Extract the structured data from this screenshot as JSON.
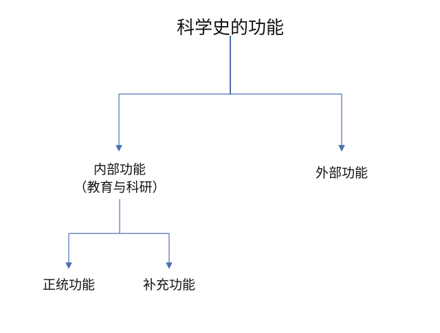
{
  "diagram": {
    "root": "科学史的功能",
    "internal": {
      "line1": "内部功能",
      "line2": "（教育与科研）"
    },
    "external": "外部功能",
    "orthodox": "正统功能",
    "supplementary": "补充功能",
    "line_color": "#4a6fb0"
  }
}
